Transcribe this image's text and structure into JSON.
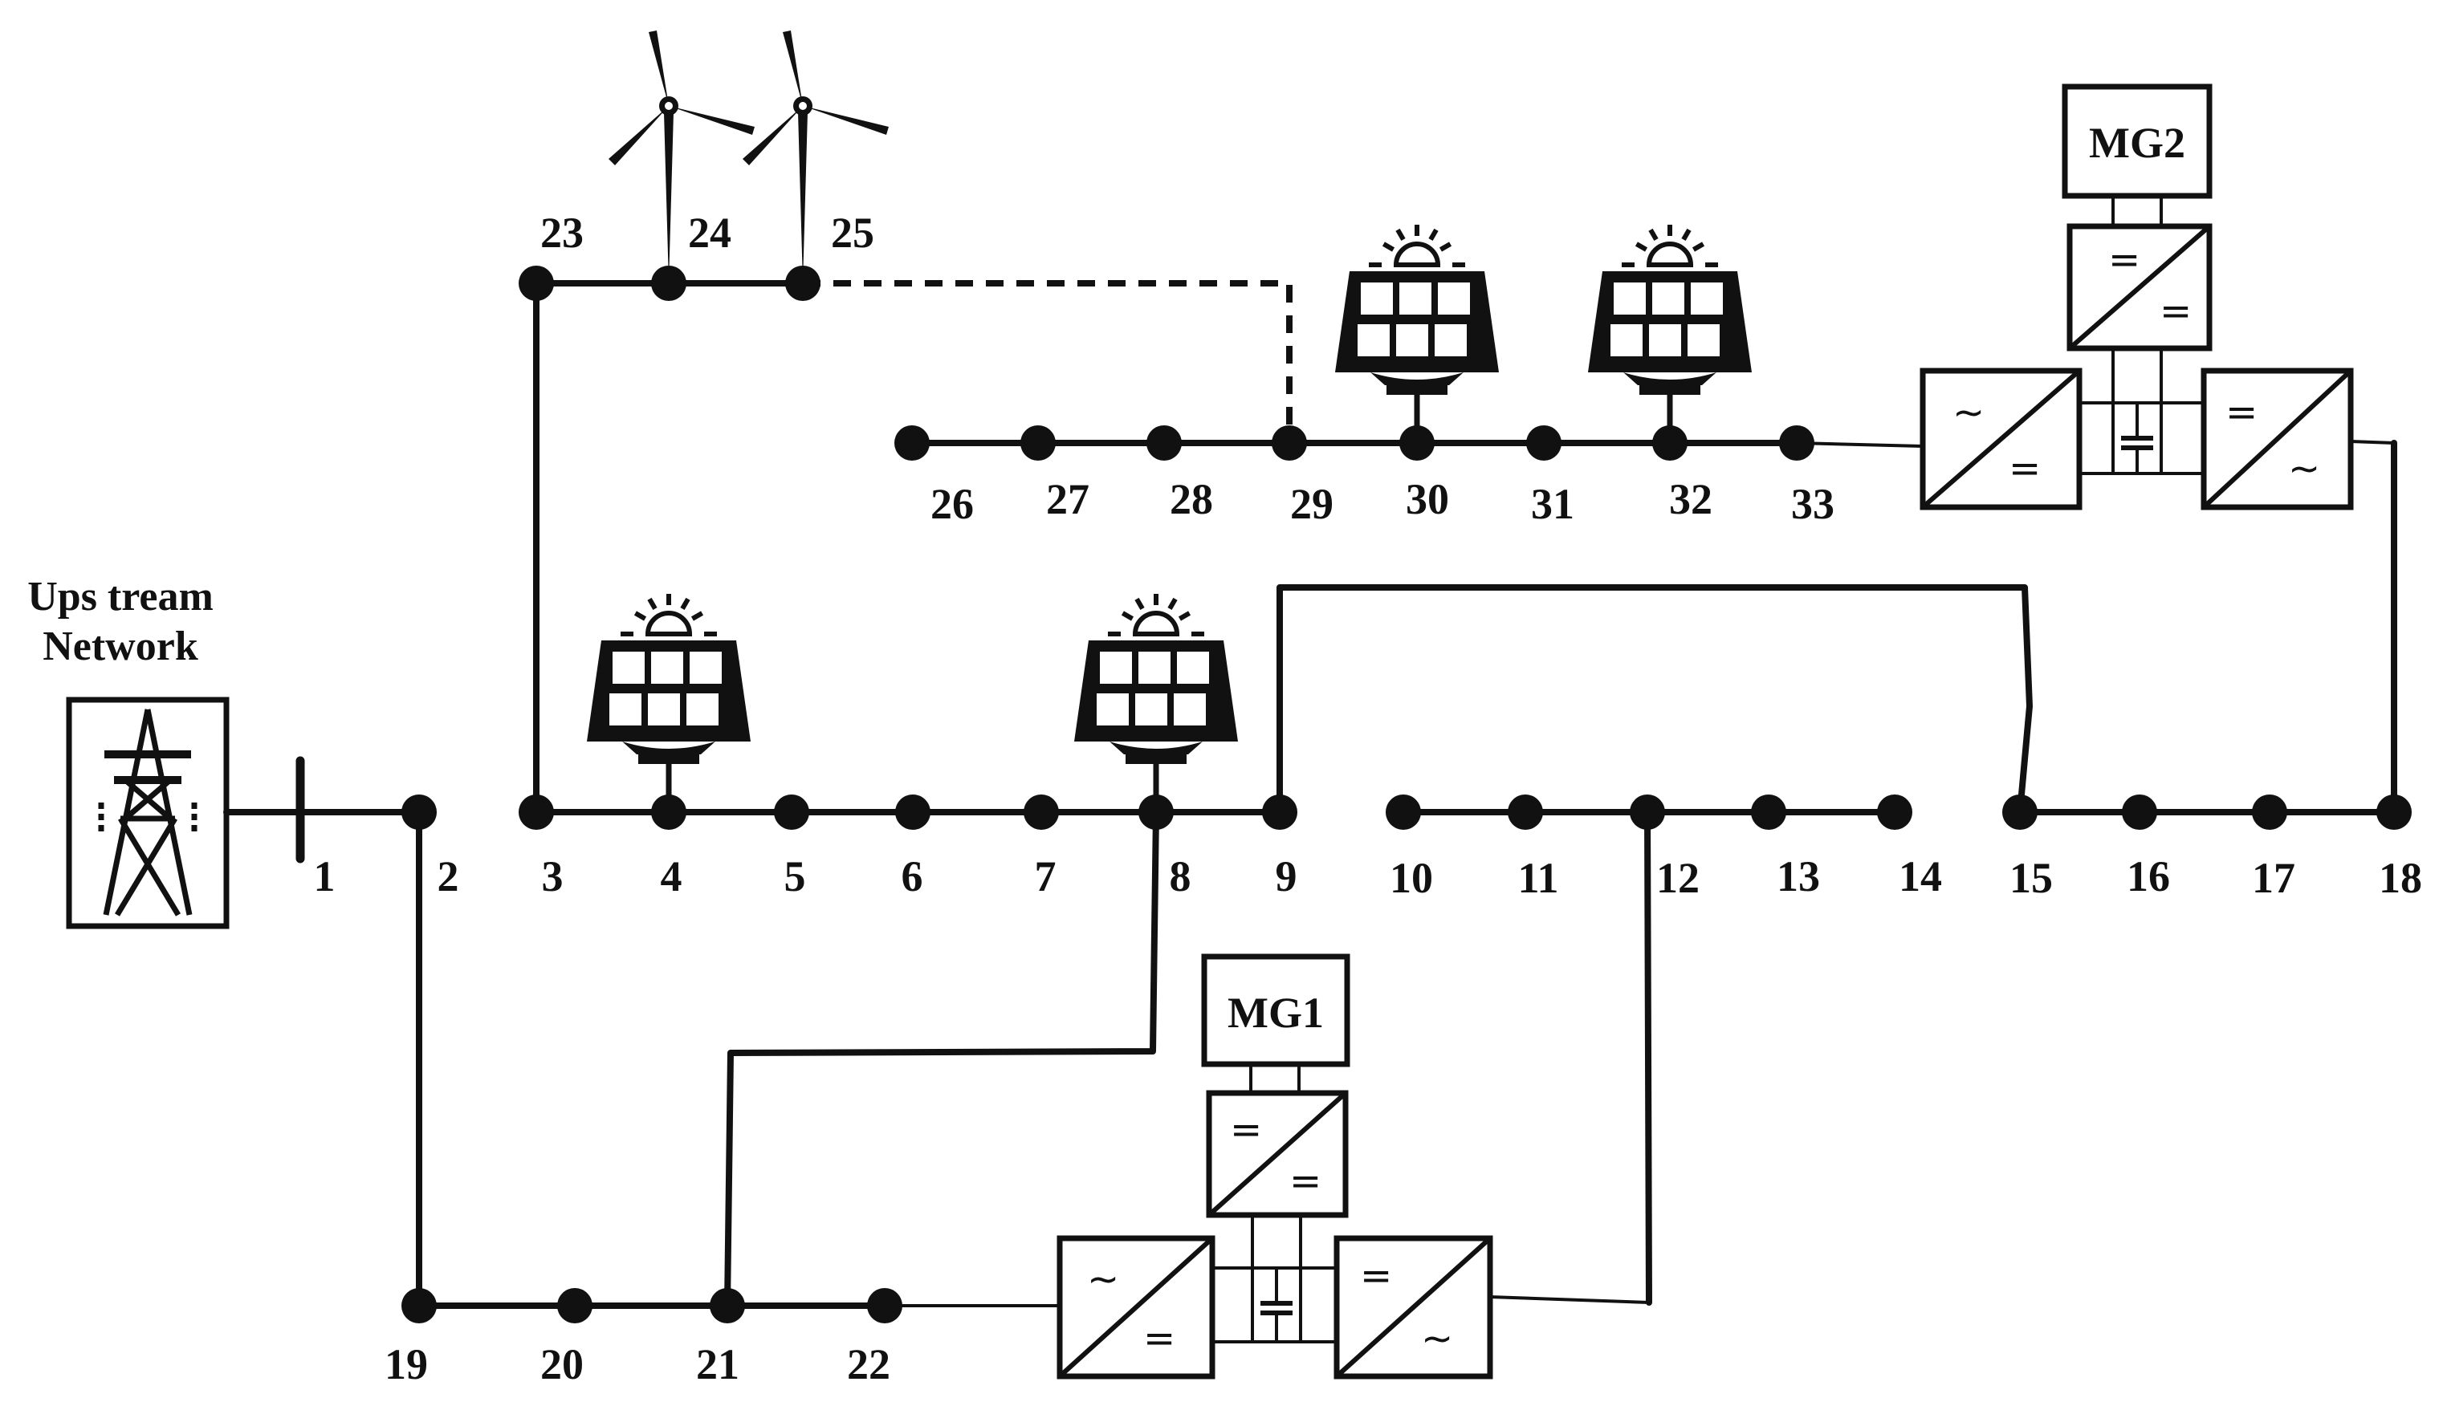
{
  "upstream": {
    "line1": "Ups tream",
    "line2": "Network"
  },
  "buses": [
    "1",
    "2",
    "3",
    "4",
    "5",
    "6",
    "7",
    "8",
    "9",
    "10",
    "11",
    "12",
    "13",
    "14",
    "15",
    "16",
    "17",
    "18",
    "19",
    "20",
    "21",
    "22",
    "23",
    "24",
    "25",
    "26",
    "27",
    "28",
    "29",
    "30",
    "31",
    "32",
    "33"
  ],
  "microgrids": {
    "mg1": "MG1",
    "mg2": "MG2"
  },
  "converter_symbols": {
    "ac": "~",
    "dc": "="
  },
  "icons": {
    "tower": "transmission-tower-icon",
    "pv": "solar-panel-icon",
    "wind": "wind-turbine-icon",
    "converter": "converter-icon"
  }
}
